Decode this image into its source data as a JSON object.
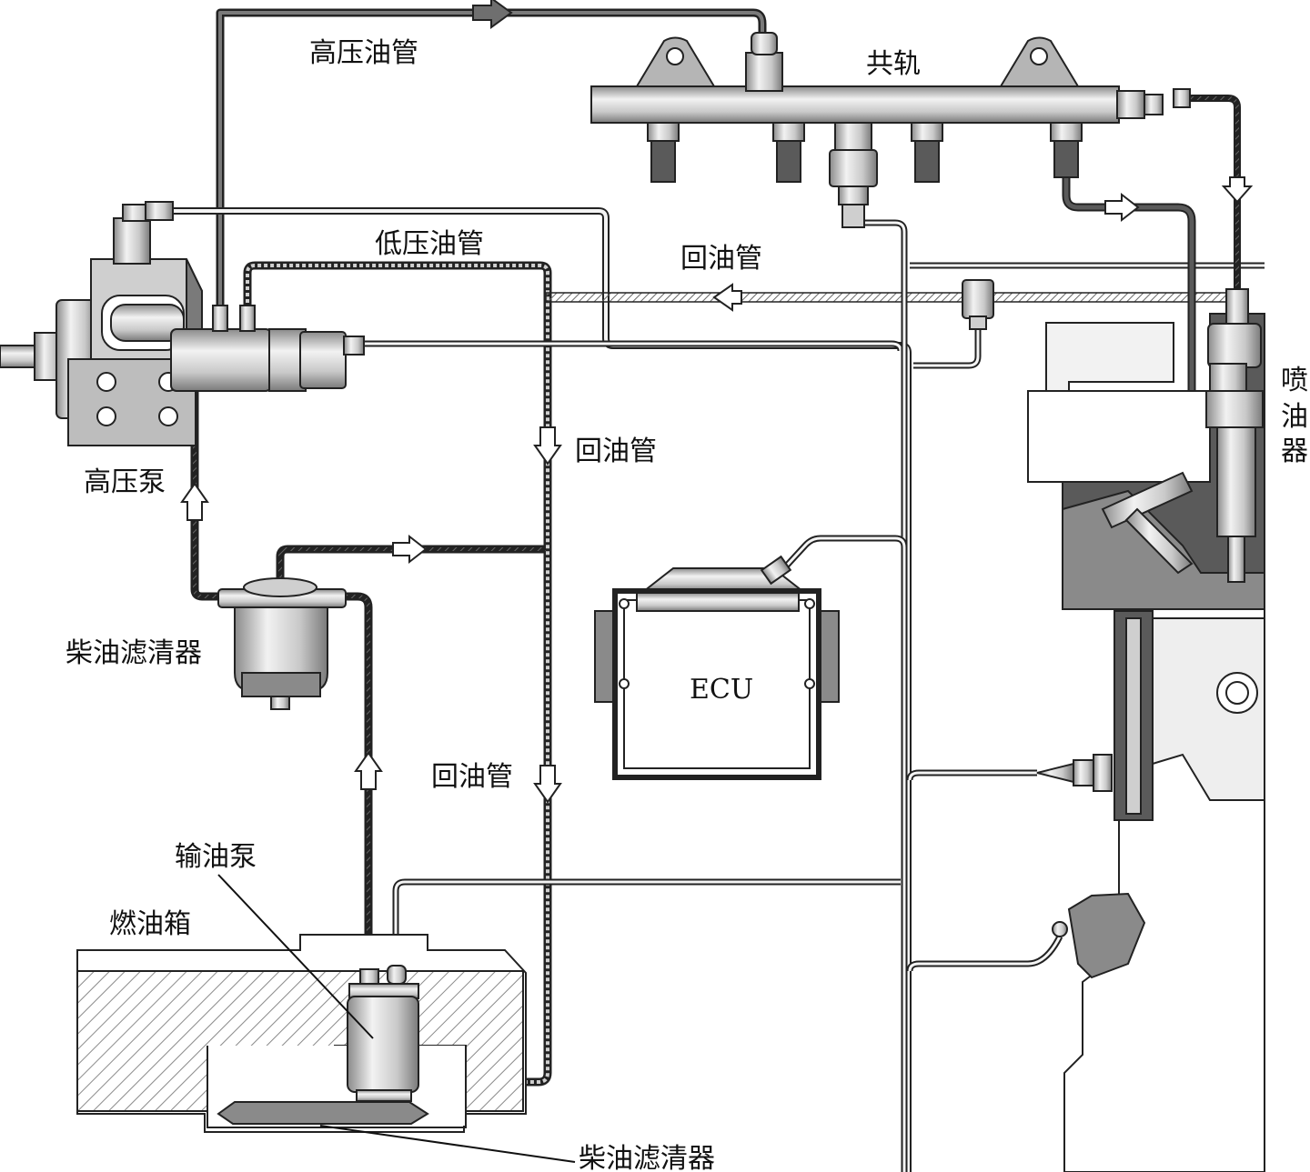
{
  "labels": {
    "high_pressure_pipe": "高压油管",
    "common_rail": "共轨",
    "low_pressure_pipe": "低压油管",
    "return_pipe_top": "回油管",
    "return_pipe_mid": "回油管",
    "return_pipe_low": "回油管",
    "high_pressure_pump": "高压泵",
    "diesel_filter_upper": "柴油滤清器",
    "ecu": "ECU",
    "feed_pump": "输油泵",
    "fuel_tank": "燃油箱",
    "diesel_filter_lower": "柴油滤清器",
    "injector_chars": [
      "喷",
      "油",
      "器"
    ]
  },
  "colors": {
    "line": "#222222",
    "metal_light": "#e6e6e6",
    "metal_mid": "#bdbdbd",
    "metal_dark": "#6f6f6f",
    "engine_dark": "#5a5a5a",
    "hatch": "#9a9a9a"
  }
}
